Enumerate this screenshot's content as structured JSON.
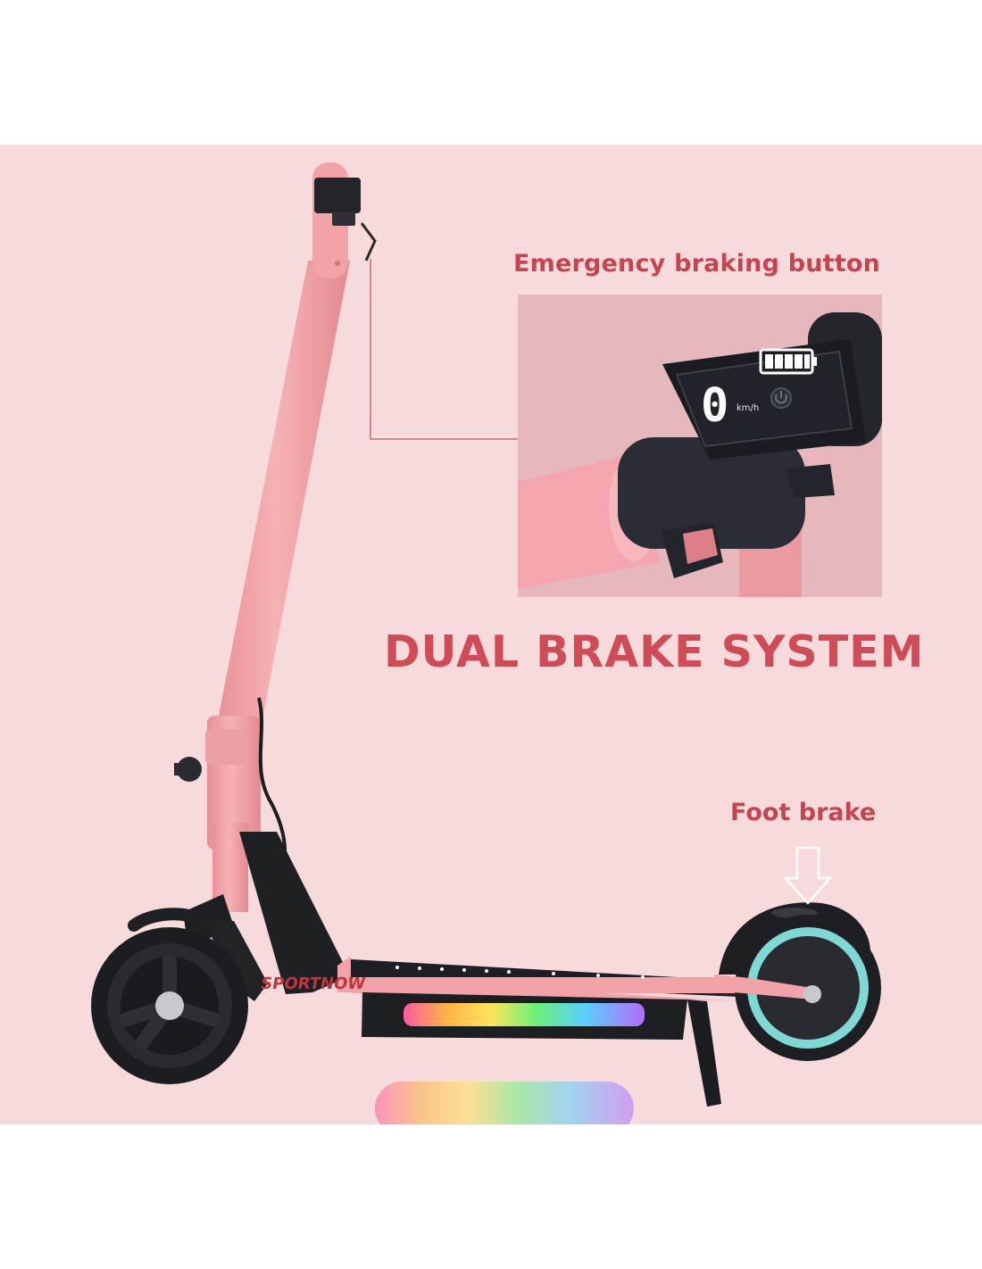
{
  "callouts": {
    "emergency_brake": "Emergency braking button",
    "headline": "DUAL BRAKE SYSTEM",
    "foot_brake": "Foot brake"
  },
  "display": {
    "speed": "0",
    "unit": "km/h"
  },
  "deck_brand": "SPORTNOW",
  "colors": {
    "accent_text": "#c4454f",
    "background": "#f7dadc",
    "frame_pink": "#f2a3a8",
    "wheel_ring": "#7fd8d4"
  }
}
